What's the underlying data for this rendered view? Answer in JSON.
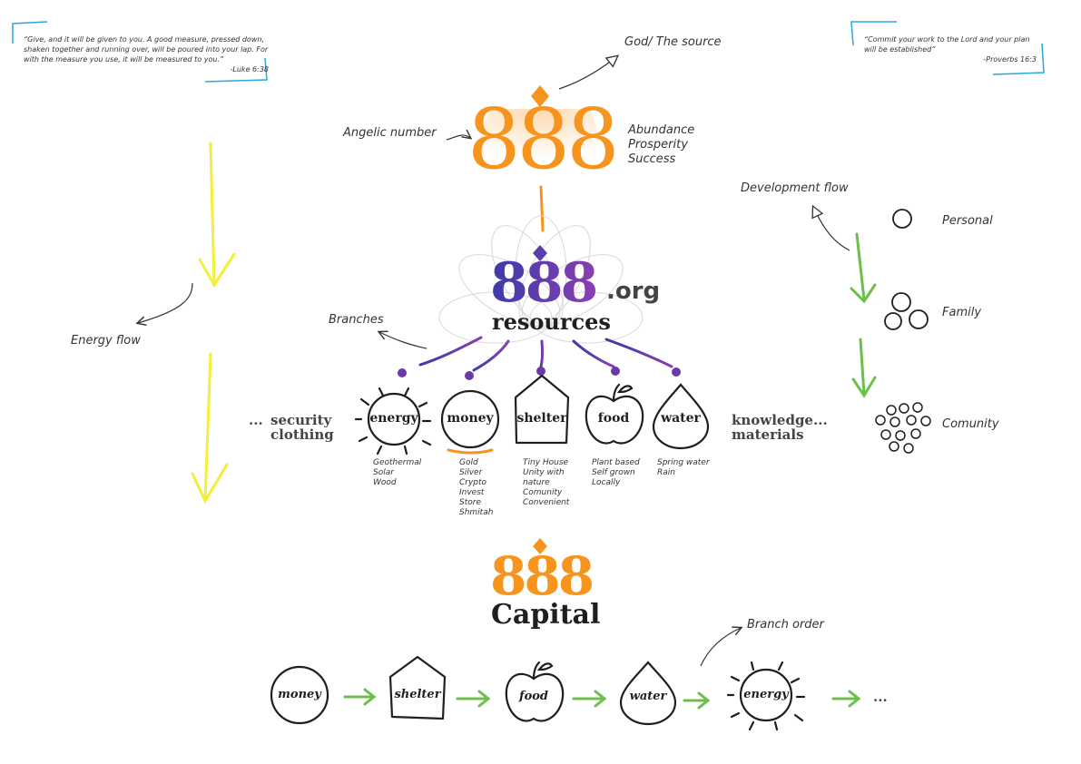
{
  "quotes": {
    "left": {
      "text": "“Give, and it will be given to you. A good measure, pressed down, shaken together and running over, will be poured into your lap. For with the measure you use, it will be measured to you.”",
      "ref": "-Luke 6:38"
    },
    "right": {
      "text": "“Commit your work to the Lord and your plan will be established”",
      "ref": "-Proverbs 16:3"
    }
  },
  "top": {
    "source_label": "God/ The source",
    "number": "888",
    "angelic_label": "Angelic number",
    "meanings": [
      "Abundance",
      "Prosperity",
      "Success"
    ]
  },
  "resources_logo": {
    "number": "888",
    "suffix": ".org",
    "word": "resources"
  },
  "branches_label": "Branches",
  "energy_flow_label": "Energy flow",
  "development": {
    "label": "Development flow",
    "levels": [
      "Personal",
      "Family",
      "Comunity"
    ]
  },
  "side_left": {
    "ellipsis": "...",
    "items": [
      "security",
      "clothing"
    ]
  },
  "side_right": {
    "ellipsis": "...",
    "items": [
      "knowledge",
      "materials"
    ]
  },
  "branches": [
    {
      "label": "energy",
      "details": [
        "Geothermal",
        "Solar",
        "Wood"
      ]
    },
    {
      "label": "money",
      "details": [
        "Gold",
        "Silver",
        "Crypto",
        "Invest",
        "Store",
        "Shmitah"
      ]
    },
    {
      "label": "shelter",
      "details": [
        "Tiny House",
        "Unity with",
        "nature",
        "Comunity",
        "Convenient"
      ]
    },
    {
      "label": "food",
      "details": [
        "Plant based",
        "Self grown",
        "Locally"
      ]
    },
    {
      "label": "water",
      "details": [
        "Spring water",
        "Rain"
      ]
    }
  ],
  "capital_logo": {
    "number": "888",
    "word": "Capital"
  },
  "branch_order": {
    "label": "Branch order",
    "items": [
      "money",
      "shelter",
      "food",
      "water",
      "energy"
    ],
    "ellipsis": "..."
  },
  "colors": {
    "orange": "#f7941d",
    "purple": "#5b3fa8",
    "yellow": "#f2ee3a",
    "green": "#6cc04a",
    "blue_bracket": "#29a8e0"
  }
}
